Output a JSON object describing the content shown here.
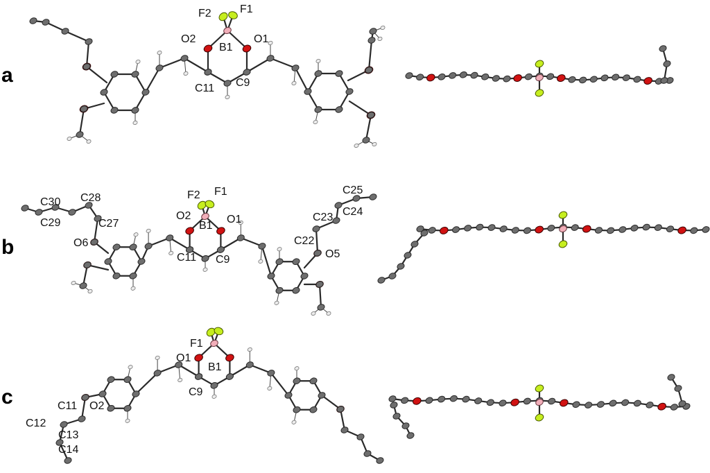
{
  "panels": [
    {
      "id": "a",
      "label": "a",
      "atom_labels": [
        "F2",
        "F1",
        "O2",
        "B1",
        "O1",
        "C11",
        "C9"
      ]
    },
    {
      "id": "b",
      "label": "b",
      "atom_labels": [
        "F2",
        "F1",
        "O2",
        "B1",
        "O1",
        "C11",
        "C9",
        "C30",
        "C28",
        "C29",
        "C27",
        "O6",
        "C25",
        "C24",
        "C23",
        "C22",
        "O5"
      ]
    },
    {
      "id": "c",
      "label": "c",
      "atom_labels": [
        "F1",
        "O1",
        "B1",
        "C9",
        "C11",
        "O2",
        "C12",
        "C13",
        "C14"
      ]
    }
  ],
  "atom_colors": {
    "carbon": "#6e6e6e",
    "oxygen": "#d11212",
    "boron": "#f1aeb9",
    "fluorine": "#c6ee1f",
    "hydrogen": "#ececec"
  }
}
